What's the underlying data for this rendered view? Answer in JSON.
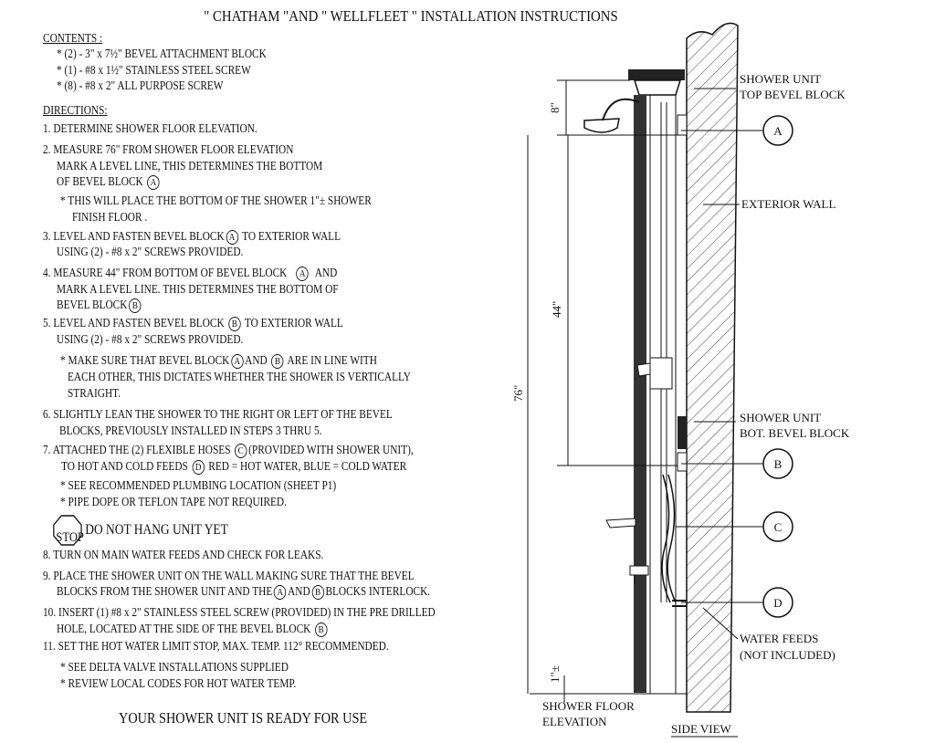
{
  "title": "\" CHATHAM \"AND  \" WELLFLEET \"  INSTALLATION INSTRUCTIONS",
  "contents": {
    "heading": "CONTENTS :",
    "items": [
      "* (2) - 3\"  x  7½\"  BEVEL  ATTACHMENT  BLOCK",
      "* (1) - #8  x  1½\" STAINLESS STEEL SCREW",
      "* (8) - #8  x  2\" ALL PURPOSE SCREW"
    ]
  },
  "directions": {
    "heading": "DIRECTIONS:",
    "s1": "1.  DETERMINE SHOWER FLOOR ELEVATION.",
    "s2a": "2.  MEASURE 76\" FROM SHOWER FLOOR ELEVATION",
    "s2b": "MARK A LEVEL LINE, THIS DETERMINES  THE BOTTOM",
    "s2c": "OF BEVEL BLOCK",
    "s2n1": "* THIS WILL PLACE THE BOTTOM OF THE SHOWER 1\"± SHOWER",
    "s2n2": "FINISH FLOOR .",
    "s3a": "3.  LEVEL AND FASTEN BEVEL BLOCK",
    "s3a2": "TO EXTERIOR WALL",
    "s3b": "USING  (2) - #8 x 2\"  SCREWS PROVIDED.",
    "s4a": "4.  MEASURE 44\" FROM BOTTOM OF BEVEL BLOCK",
    "s4a2": "AND",
    "s4b": "MARK A LEVEL LINE. THIS DETERMINES THE BOTTOM OF",
    "s4c": "BEVEL BLOCK",
    "s5a": "5.  LEVEL AND FASTEN BEVEL BLOCK",
    "s5a2": "TO EXTERIOR WALL",
    "s5b": "USING (2) - #8  x  2\"  SCREWS PROVIDED.",
    "s5n1a": "* MAKE SURE THAT BEVEL BLOCK",
    "s5n1b": "AND",
    "s5n1c": "ARE IN LINE WITH",
    "s5n2": "EACH OTHER, THIS DICTATES WHETHER THE SHOWER IS VERTICALLY",
    "s5n3": "STRAIGHT.",
    "s6a": "6.  SLIGHTLY LEAN THE SHOWER TO THE RIGHT  OR  LEFT  OF THE  BEVEL",
    "s6b": "BLOCKS, PREVIOUSLY INSTALLED IN STEPS 3 THRU 5.",
    "s7a": "7.  ATTACHED THE (2)  FLEXIBLE HOSES",
    "s7a2": "(PROVIDED WITH SHOWER UNIT),",
    "s7b": "TO HOT AND COLD FEEDS",
    "s7b2": " RED = HOT   WATER,  BLUE = COLD WATER",
    "s7n1": "* SEE RECOMMENDED PLUMBING LOCATION (SHEET P1)",
    "s7n2": "* PIPE DOPE OR TEFLON TAPE NOT REQUIRED.",
    "stop_sign": "STOP",
    "stop_text": "DO NOT HANG UNIT YET",
    "s8": "8.  TURN ON MAIN WATER FEEDS AND CHECK FOR LEAKS.",
    "s9a": "9.  PLACE THE SHOWER UNIT ON THE WALL MAKING SURE THAT THE BEVEL",
    "s9b": "BLOCKS FROM THE SHOWER UNIT AND THE",
    "s9b2": "AND",
    "s9b3": "BLOCKS  INTERLOCK.",
    "s10a": "10. INSERT (1)  #8 x 2\" STAINLESS STEEL SCREW (PROVIDED) IN THE PRE DRILLED",
    "s10b": "HOLE, LOCATED AT THE SIDE OF THE BEVEL BLOCK",
    "s11": "11. SET THE HOT WATER LIMIT STOP, MAX. TEMP.  112°   RECOMMENDED.",
    "s11n1": "* SEE DELTA VALVE INSTALLATIONS SUPPLIED",
    "s11n2": "* REVIEW LOCAL CODES FOR HOT WATER TEMP."
  },
  "refs": {
    "a": "A",
    "b": "B",
    "c": "C",
    "d": "D"
  },
  "footer": "YOUR SHOWER UNIT IS READY FOR USE",
  "diagram": {
    "top_block_1": "SHOWER UNIT",
    "top_block_2": "TOP BEVEL BLOCK",
    "exterior_wall": "EXTERIOR WALL",
    "bot_block_1": "SHOWER UNIT",
    "bot_block_2": "BOT. BEVEL BLOCK",
    "feeds_1": "WATER FEEDS",
    "feeds_2": "(NOT INCLUDED)",
    "floor_1": "SHOWER FLOOR",
    "floor_2": "ELEVATION",
    "side_view": "SIDE VIEW",
    "dim_8": "8\"",
    "dim_44": "44\"",
    "dim_76": "76\"",
    "dim_1": "1\"±"
  }
}
